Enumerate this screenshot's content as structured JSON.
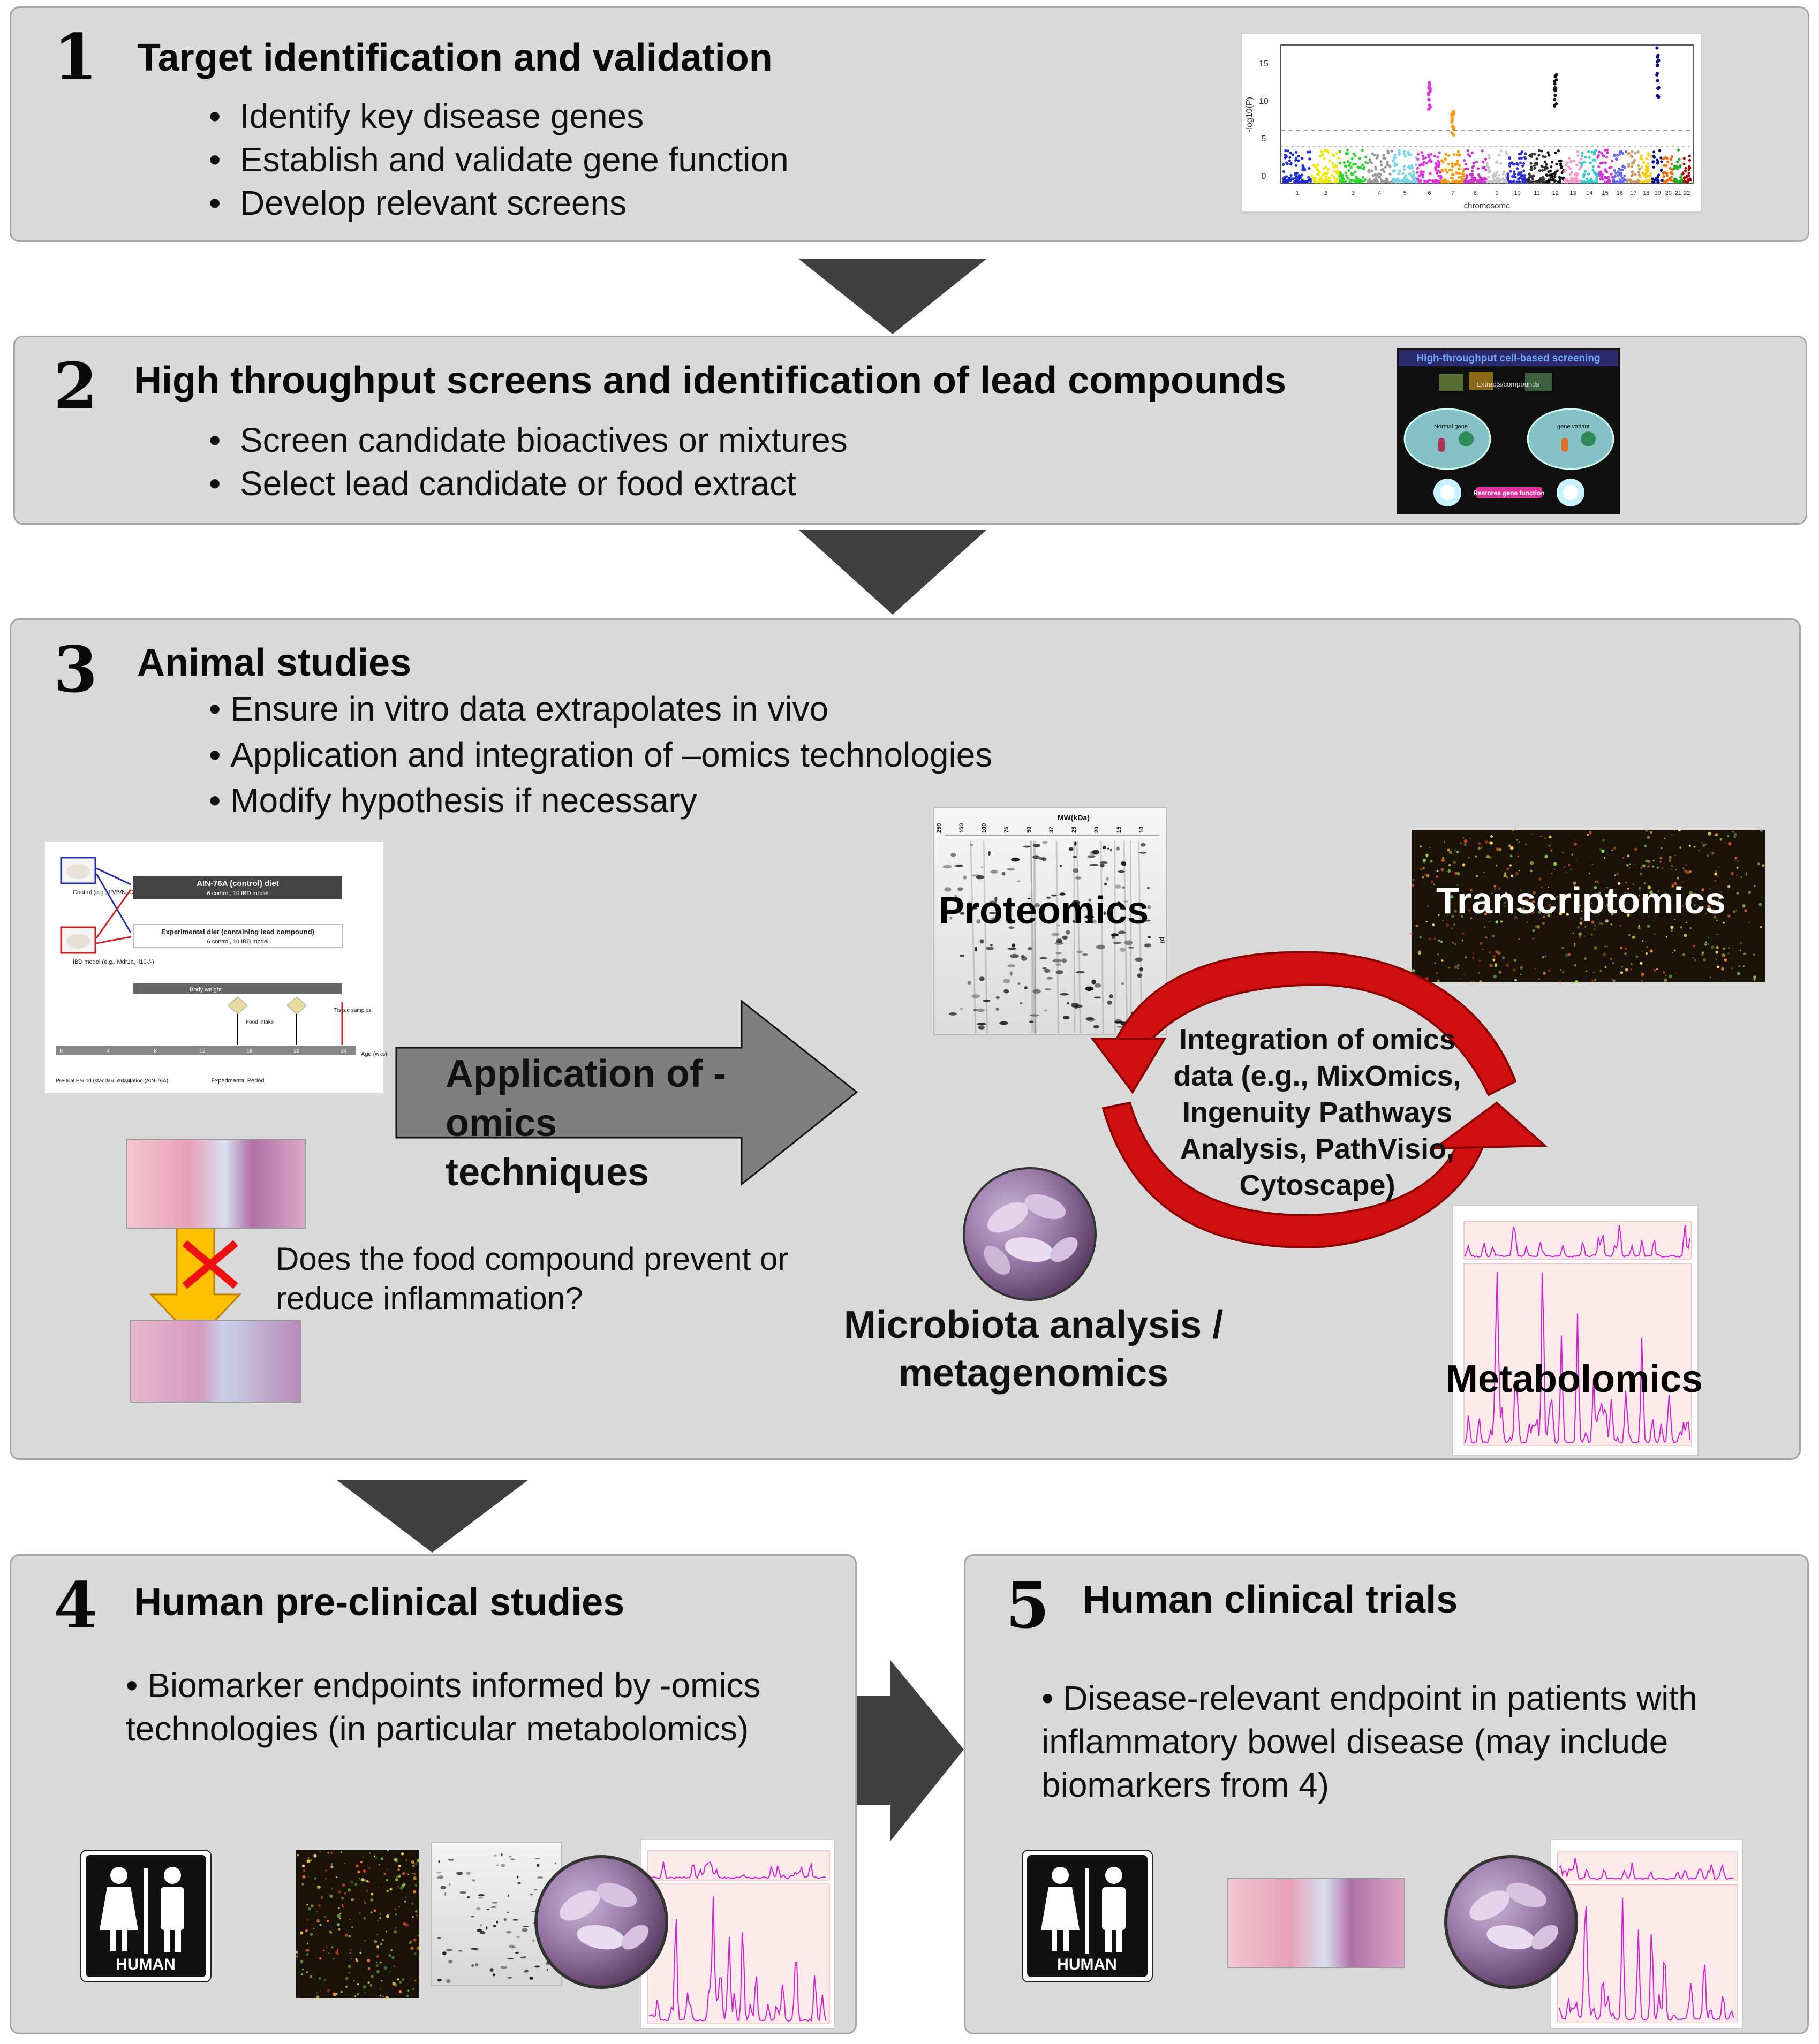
{
  "steps": [
    {
      "number": "1",
      "title": "Target identification and validation",
      "bullets": [
        "Identify key disease genes",
        "Establish and validate gene function",
        "Develop relevant screens"
      ]
    },
    {
      "number": "2",
      "title": "High throughput screens and identification of lead compounds",
      "bullets": [
        "Screen candidate bioactives or mixtures",
        "Select lead candidate or food extract"
      ]
    },
    {
      "number": "3",
      "title": "Animal studies",
      "bullets": [
        "Ensure in vitro data extrapolates in vivo",
        "Application and integration of –omics technologies",
        "Modify hypothesis if necessary"
      ]
    },
    {
      "number": "4",
      "title": "Human pre-clinical studies",
      "text": "•  Biomarker endpoints informed by -omics technologies (in particular metabolomics)"
    },
    {
      "number": "5",
      "title": "Human clinical trials",
      "text": "• Disease-relevant endpoint in patients with inflammatory bowel disease (may include biomarkers from 4)"
    }
  ],
  "manhattan": {
    "y_axis_label": "-log10(P)",
    "x_axis_label": "chromosome",
    "y_ticks": [
      "0",
      "5",
      "10",
      "15"
    ],
    "chromosomes": [
      "1",
      "2",
      "3",
      "4",
      "5",
      "6",
      "7",
      "8",
      "9",
      "10",
      "11",
      "12",
      "13",
      "14",
      "15",
      "16",
      "17",
      "18",
      "19",
      "20",
      "21",
      "22"
    ],
    "colors": [
      "#1f2fd6",
      "#f2e600",
      "#2fd62f",
      "#9a9a9a",
      "#77d6e6",
      "#e033e0",
      "#ff9900",
      "#cc33cc",
      "#c8c8c8",
      "#2f2fd6",
      "#333333",
      "#111111",
      "#ff99cc",
      "#33cccc",
      "#d633d6",
      "#6666ff",
      "#cc9966",
      "#ffcc00",
      "#00008b",
      "#ff6600",
      "#22aa22",
      "#aa0000"
    ]
  },
  "screening_image": {
    "banner": "High-throughput cell-based screening",
    "left_cell": "Normal gene",
    "right_cell": "gene variant",
    "caption": "Restores gene function",
    "compounds": "Extracts/compounds"
  },
  "timeline": {
    "control_label": "Control (e.g., FVB/N, C57BL/6)",
    "ibd_label": "IBD model (e.g., Mdr1a, Il10-/-)",
    "control_diet": "AIN-76A (control) diet",
    "control_sub": "6 control, 10 IBD model",
    "experimental_diet": "Experimental diet (containing lead compound)",
    "experimental_sub": "6 control, 10 IBD model",
    "body_weight": "Body weight",
    "food_intake": "Food intake",
    "tissue_samples": "Tissue samples",
    "age": "Age (wks)",
    "ticks": [
      "0",
      "4",
      "8",
      "12",
      "16",
      "20",
      "24"
    ],
    "pretrial": "Pre-trial Period (standard chow)",
    "adaptation": "Adaptation (AIN-76A)",
    "experimental_period": "Experimental Period"
  },
  "application_arrow": "Application of -omics techniques",
  "inflammation_question": "Does the food compound prevent or reduce inflammation?",
  "proteomics": {
    "label": "Proteomics",
    "axis_title": "MW(kDa)",
    "ticks": [
      "250",
      "150",
      "100",
      "75",
      "50",
      "37",
      "25",
      "20",
      "15",
      "10"
    ],
    "pi": "pI"
  },
  "transcriptomics_label": "Transcriptomics",
  "integration_text": "Integration of omics data (e.g., MixOmics, Ingenuity Pathways Analysis, PathVisio, Cytoscape)",
  "microbiota_label": "Microbiota analysis / metagenomics",
  "metabolomics_label": "Metabolomics",
  "human_sign_text": "HUMAN",
  "colors": {
    "panel": "#d9d9d9",
    "panel_border": "#a6a6a6",
    "dark_arrow": "#404040",
    "red_arrow": "#d01010",
    "yellow_arrow": "#ffc000"
  }
}
